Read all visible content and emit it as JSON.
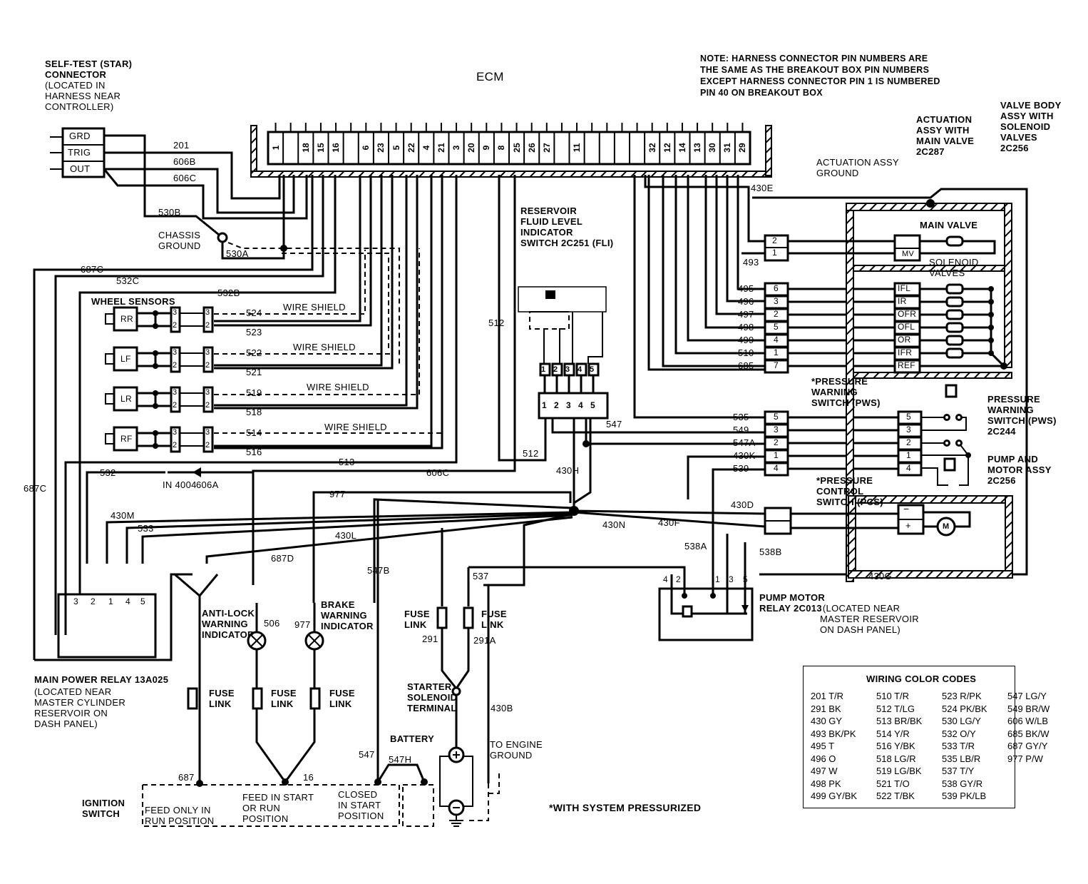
{
  "title": "ECM",
  "note": "NOTE: HARNESS CONNECTOR PIN NUMBERS ARE\nTHE SAME AS THE BREAKOUT BOX PIN NUMBERS\nEXCEPT HARNESS CONNECTOR PIN 1 IS NUMBERED\nPIN 40 ON BREAKOUT BOX",
  "footnote": "*WITH SYSTEM PRESSURIZED",
  "ecm_pins": [
    "1",
    "",
    "18",
    "15",
    "16",
    "",
    "6",
    "23",
    "5",
    "22",
    "4",
    "21",
    "3",
    "20",
    "9",
    "8",
    "25",
    "26",
    "27",
    "",
    "11",
    "",
    "",
    "",
    "",
    "32",
    "12",
    "14",
    "13",
    "30",
    "31",
    "29"
  ],
  "self_test": {
    "label": "SELF-TEST (STAR)\nCONNECTOR",
    "sublabel": "(LOCATED IN\nHARNESS NEAR\nCONTROLLER)",
    "pins": [
      "GRD",
      "TRIG",
      "OUT"
    ]
  },
  "chassis_ground": "CHASSIS\nGROUND",
  "wheel_sensors": {
    "title": "WHEEL SENSORS",
    "sensors": [
      {
        "name": "RR",
        "shield_wire": "524",
        "signal_wire": "523"
      },
      {
        "name": "LF",
        "shield_wire": "522",
        "signal_wire": "521"
      },
      {
        "name": "LR",
        "shield_wire": "519",
        "signal_wire": "518"
      },
      {
        "name": "RF",
        "shield_wire": "514",
        "signal_wire": "516"
      }
    ],
    "shield_label": "WIRE SHIELD",
    "pin_labels": [
      "3",
      "2"
    ]
  },
  "wire_labels": {
    "w201": "201",
    "w606b": "606B",
    "w606c": "606C",
    "w530b": "530B",
    "w530a": "530A",
    "w687c": "687C",
    "w532c": "532C",
    "w532b": "532B",
    "w532": "532",
    "w513": "513",
    "w606c2": "606C",
    "w512a": "512",
    "w512b": "512",
    "w977": "977",
    "w430m": "430M",
    "w533": "533",
    "w430l": "430L",
    "w687d": "687D",
    "w547b": "547B",
    "w537": "537",
    "w430h": "430H",
    "w430n": "430N",
    "w430f": "430F",
    "w430d": "430D",
    "w538a": "538A",
    "w538b": "538B",
    "w430g": "430G",
    "w430e": "430E",
    "w493": "493",
    "w547": "547",
    "w547h": "547H",
    "w547c": "547",
    "w687": "687",
    "w16": "16",
    "w291": "291",
    "w291a": "291A",
    "w430b": "430B",
    "w506": "506",
    "w977b": "977",
    "w606a": "606A",
    "diode": "IN 4004",
    "w687c2": "687C"
  },
  "solenoid_connector": {
    "rows": [
      {
        "wire": "495",
        "pin": "6",
        "valve": "IFL"
      },
      {
        "wire": "496",
        "pin": "3",
        "valve": "IR"
      },
      {
        "wire": "497",
        "pin": "2",
        "valve": "OFR"
      },
      {
        "wire": "498",
        "pin": "5",
        "valve": "OFL"
      },
      {
        "wire": "499",
        "pin": "4",
        "valve": "OR"
      },
      {
        "wire": "510",
        "pin": "1",
        "valve": "IFR"
      },
      {
        "wire": "685",
        "pin": "7",
        "valve": "REF"
      }
    ]
  },
  "main_valve_connector": {
    "pins": [
      "2",
      "1"
    ],
    "valve": "MV",
    "label": "MAIN VALVE"
  },
  "solenoid_valves_label": "SOLENOID\nVALVES",
  "pws_connector": {
    "rows": [
      {
        "wire": "535",
        "pin": "5"
      },
      {
        "wire": "549",
        "pin": "3"
      },
      {
        "wire": "547A",
        "pin": "2"
      },
      {
        "wire": "430K",
        "pin": "1"
      },
      {
        "wire": "539",
        "pin": "4"
      }
    ]
  },
  "fli_pins": [
    "1",
    "2",
    "3",
    "4",
    "5"
  ],
  "pump_relay_pins": [
    "4",
    "2",
    "1",
    "3",
    "5"
  ],
  "main_relay_pins": [
    "3",
    "2",
    "1",
    "4",
    "5"
  ],
  "labels": {
    "actuation_ground": "ACTUATION ASSY\nGROUND",
    "actuation_assy": "ACTUATION\nASSY WITH\nMAIN VALVE\n2C287",
    "valve_body": "VALVE BODY\nASSY WITH\nSOLENOID\nVALVES\n2C256",
    "reservoir": "RESERVOIR\nFLUID LEVEL\nINDICATOR\nSWITCH 2C251 (FLI)",
    "pws_star": "*PRESSURE\nWARNING\nSWITCH (PWS)",
    "pws_part": "PRESSURE\nWARNING\nSWITCH (PWS)\n2C244",
    "pump_assy": "PUMP AND\nMOTOR ASSY\n2C256",
    "pcs_star": "*PRESSURE\nCONTROL\nSWITCH (PCS)",
    "pump_relay_bold": "PUMP MOTOR\nRELAY 2C013",
    "pump_relay_note": " (LOCATED NEAR\nMASTER RESERVOIR\nON DASH PANEL)",
    "main_relay_bold": "MAIN POWER RELAY 13A025",
    "main_relay_note": "(LOCATED NEAR\nMASTER CYLINDER\nRESERVOIR ON\nDASH PANEL)",
    "antilock": "ANTI-LOCK\nWARNING\nINDICATOR",
    "brake": "BRAKE\nWARNING\nINDICATOR",
    "fuse_link": "FUSE\nLINK",
    "starter": "STARTER\nSOLENOID\nTERMINAL",
    "battery": "BATTERY",
    "engine_ground": "TO ENGINE\nGROUND",
    "ignition": "IGNITION\nSWITCH",
    "ign_run": "FEED ONLY IN\nRUN POSITION",
    "ign_start_run": "FEED IN START\nOR RUN\nPOSITION",
    "ign_closed": "CLOSED\nIN START\nPOSITION",
    "motor": "M",
    "minus": "−",
    "plus": "+"
  },
  "color_codes": {
    "title": "WIRING COLOR CODES",
    "columns": [
      [
        "201 T/R",
        "291 BK",
        "430 GY",
        "493 BK/PK",
        "495 T",
        "496 O",
        "497 W",
        "498 PK",
        "499 GY/BK"
      ],
      [
        "510 T/R",
        "512 T/LG",
        "513 BR/BK",
        "514 Y/R",
        "516 Y/BK",
        "518 LG/R",
        "519 LG/BK",
        "521 T/O",
        "522 T/BK"
      ],
      [
        "523 R/PK",
        "524 PK/BK",
        "530 LG/Y",
        "532 O/Y",
        "533 T/R",
        "535 LB/R",
        "537 T/Y",
        "538 GY/R",
        "539 PK/LB"
      ],
      [
        "547 LG/Y",
        "549 BR/W",
        "606 W/LB",
        "685 BK/W",
        "687 GY/Y",
        "977 P/W"
      ]
    ]
  }
}
